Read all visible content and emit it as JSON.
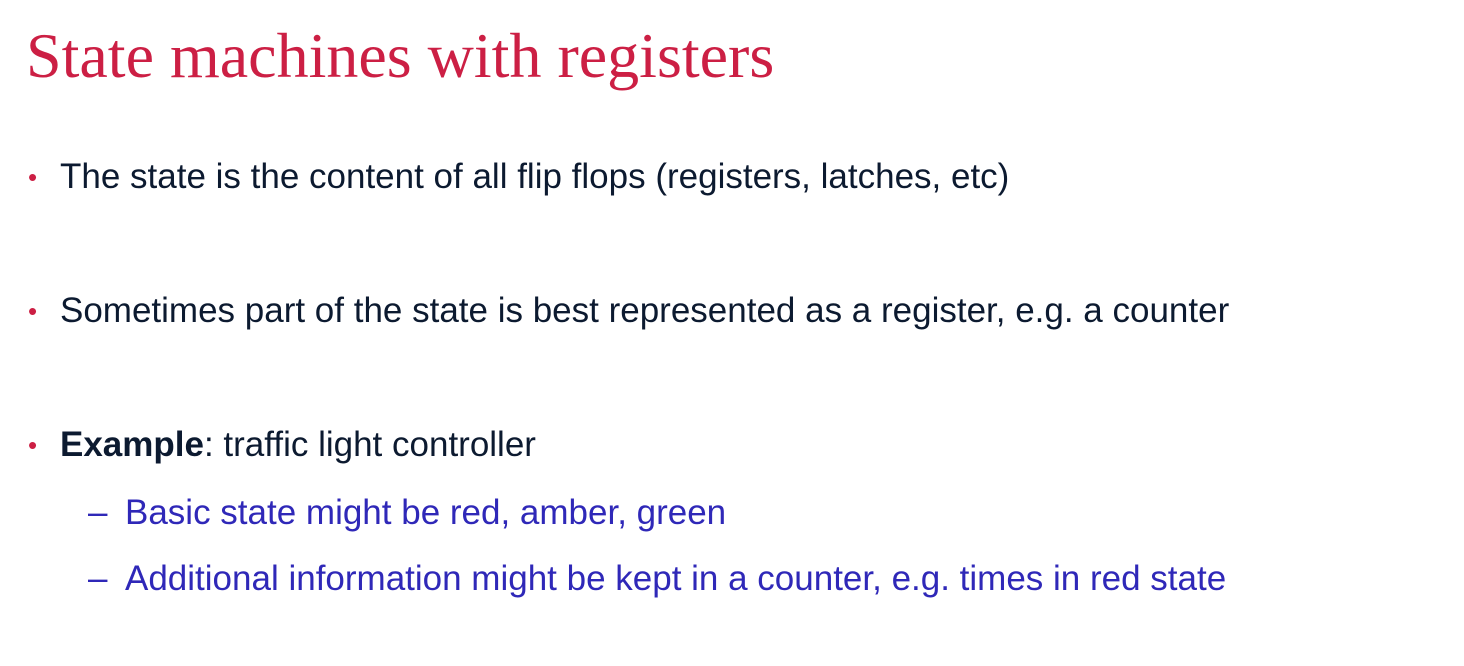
{
  "slide": {
    "title": "State machines with registers",
    "bullet_marker": "•",
    "bullets": [
      {
        "text": "The state is the content of all flip flops (registers, latches, etc)"
      },
      {
        "text": "Sometimes part of the state is best represented as a register, e.g. a counter"
      },
      {
        "bold_text": "Example",
        "text": ": traffic light controller"
      }
    ],
    "sub_marker": "–",
    "sub_bullets": [
      {
        "text": "Basic state might be red, amber, green"
      },
      {
        "text": "Additional information might be kept in a counter, e.g. times in red state"
      }
    ]
  },
  "colors": {
    "title": "#cc1f44",
    "bullet_marker": "#cc1f44",
    "body_text": "#0c1a30",
    "sub_text": "#2f28b8",
    "background": "#ffffff"
  }
}
